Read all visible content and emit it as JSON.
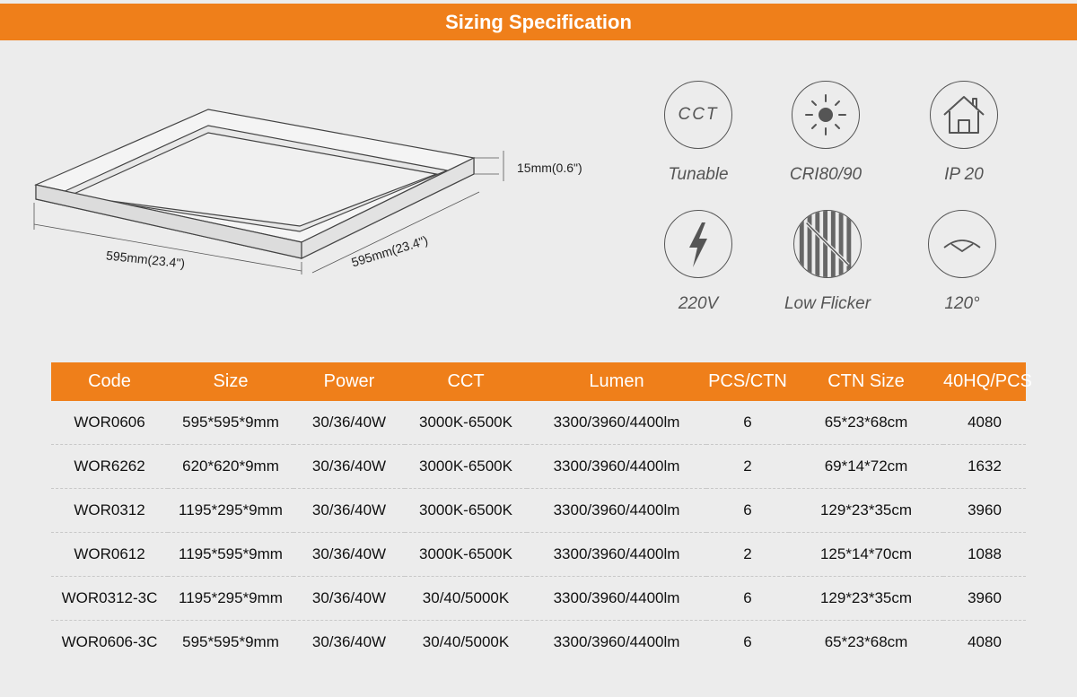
{
  "header": {
    "title": "Sizing Specification"
  },
  "dimensions": {
    "thickness": "15mm(0.6\")",
    "length": "595mm(23.4\")",
    "width": "595mm(23.4\")"
  },
  "features": [
    {
      "icon": "cct-icon",
      "icon_text": "CCT",
      "label": "Tunable"
    },
    {
      "icon": "sun-icon",
      "label": "CRI80/90"
    },
    {
      "icon": "house-icon",
      "label": "IP 20"
    },
    {
      "icon": "lightning-icon",
      "label": "220V"
    },
    {
      "icon": "stripes-icon",
      "label": "Low Flicker"
    },
    {
      "icon": "beam-angle-icon",
      "label": "120°"
    }
  ],
  "table": {
    "columns": [
      "Code",
      "Size",
      "Power",
      "CCT",
      "Lumen",
      "PCS/CTN",
      "CTN Size",
      "40HQ/PCS"
    ],
    "rows": [
      [
        "WOR0606",
        "595*595*9mm",
        "30/36/40W",
        "3000K-6500K",
        "3300/3960/4400lm",
        "6",
        "65*23*68cm",
        "4080"
      ],
      [
        "WOR6262",
        "620*620*9mm",
        "30/36/40W",
        "3000K-6500K",
        "3300/3960/4400lm",
        "2",
        "69*14*72cm",
        "1632"
      ],
      [
        "WOR0312",
        "1195*295*9mm",
        "30/36/40W",
        "3000K-6500K",
        "3300/3960/4400lm",
        "6",
        "129*23*35cm",
        "3960"
      ],
      [
        "WOR0612",
        "1195*595*9mm",
        "30/36/40W",
        "3000K-6500K",
        "3300/3960/4400lm",
        "2",
        "125*14*70cm",
        "1088"
      ],
      [
        "WOR0312-3C",
        "1195*295*9mm",
        "30/36/40W",
        "30/40/5000K",
        "3300/3960/4400lm",
        "6",
        "129*23*35cm",
        "3960"
      ],
      [
        "WOR0606-3C",
        "595*595*9mm",
        "30/36/40W",
        "30/40/5000K",
        "3300/3960/4400lm",
        "6",
        "65*23*68cm",
        "4080"
      ]
    ]
  },
  "colors": {
    "accent": "#ef7f1a",
    "background": "#ececec"
  }
}
